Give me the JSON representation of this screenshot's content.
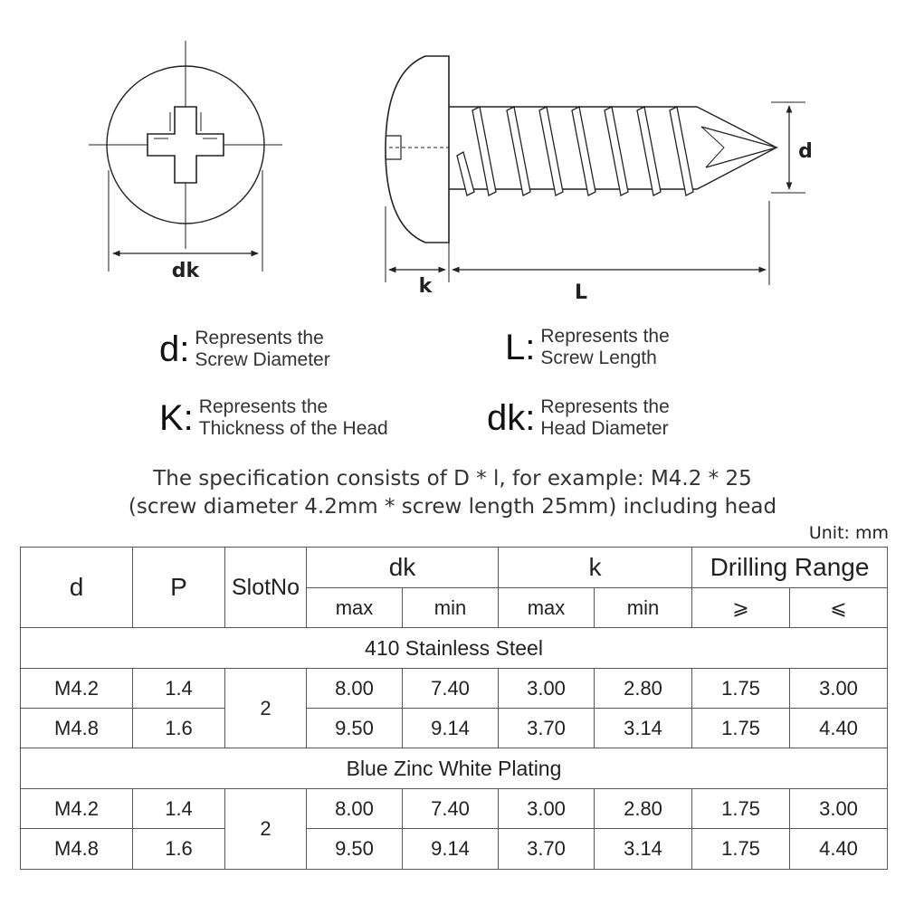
{
  "diagram": {
    "labels": {
      "dk": "dk",
      "k": "k",
      "L": "L",
      "d": "d"
    }
  },
  "legend": [
    {
      "symbol": "d:",
      "line1": "Represents the",
      "line2": "Screw Diameter"
    },
    {
      "symbol": "L:",
      "line1": "Represents the",
      "line2": "Screw Length"
    },
    {
      "symbol": "K:",
      "line1": "Represents the",
      "line2": "Thickness of the Head"
    },
    {
      "symbol": "dk:",
      "line1": "Represents the",
      "line2": "Head Diameter"
    }
  ],
  "spec": {
    "line1": "The specification consists of D * l, for example: M4.2 * 25",
    "line2": "(screw diameter 4.2mm * screw length 25mm) including head"
  },
  "table": {
    "unit": "Unit: mm",
    "headers": {
      "d": "d",
      "p": "P",
      "slot": "SlotNo",
      "dk": "dk",
      "k": "k",
      "drill": "Drilling Range",
      "dk_max": "max",
      "dk_min": "min",
      "k_max": "max",
      "k_min": "min",
      "drill_ge": "⩾",
      "drill_le": "⩽"
    },
    "sections": [
      {
        "title": "410 Stainless Steel",
        "slot": "2",
        "rows": [
          {
            "d": "M4.2",
            "p": "1.4",
            "dk_max": "8.00",
            "dk_min": "7.40",
            "k_max": "3.00",
            "k_min": "2.80",
            "drill_ge": "1.75",
            "drill_le": "3.00"
          },
          {
            "d": "M4.8",
            "p": "1.6",
            "dk_max": "9.50",
            "dk_min": "9.14",
            "k_max": "3.70",
            "k_min": "3.14",
            "drill_ge": "1.75",
            "drill_le": "4.40"
          }
        ]
      },
      {
        "title": "Blue Zinc White Plating",
        "slot": "2",
        "rows": [
          {
            "d": "M4.2",
            "p": "1.4",
            "dk_max": "8.00",
            "dk_min": "7.40",
            "k_max": "3.00",
            "k_min": "2.80",
            "drill_ge": "1.75",
            "drill_le": "3.00"
          },
          {
            "d": "M4.8",
            "p": "1.6",
            "dk_max": "9.50",
            "dk_min": "9.14",
            "k_max": "3.70",
            "k_min": "3.14",
            "drill_ge": "1.75",
            "drill_le": "4.40"
          }
        ]
      }
    ]
  }
}
